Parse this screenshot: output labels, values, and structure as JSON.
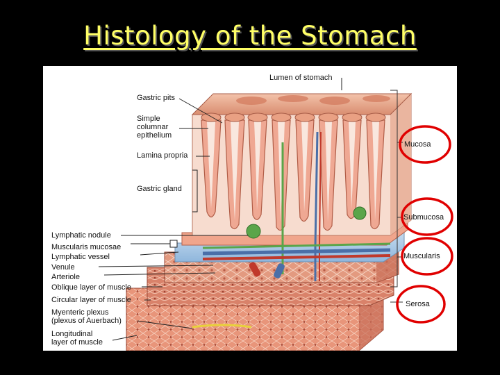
{
  "title": "Histology of the Stomach",
  "labels": {
    "lumen": "Lumen of stomach",
    "gastric_pits": "Gastric pits",
    "simple_columnar": "Simple\ncolumnar\nepithelium",
    "lamina_propria": "Lamina propria",
    "gastric_gland": "Gastric gland",
    "lymphatic_nodule": "Lymphatic nodule",
    "muscularis_mucosae": "Muscularis mucosae",
    "lymphatic_vessel": "Lymphatic vessel",
    "venule": "Venule",
    "arteriole": "Arteriole",
    "oblique": "Oblique layer of muscle",
    "circular": "Circular layer of muscle",
    "myenteric": "Myenteric plexus\n(plexus of Auerbach)",
    "longitudinal": "Longitudinal\nlayer of muscle",
    "mucosa": "Mucosa",
    "submucosa": "Submucosa",
    "muscularis": "Muscularis",
    "serosa": "Serosa"
  },
  "colors": {
    "title": "#ffff66",
    "highlight_circle": "#e00000",
    "mucosa_tissue": "#e8a48a",
    "submucosa_tissue": "#a9c9e6",
    "muscle_tissue": "#d9826a"
  }
}
